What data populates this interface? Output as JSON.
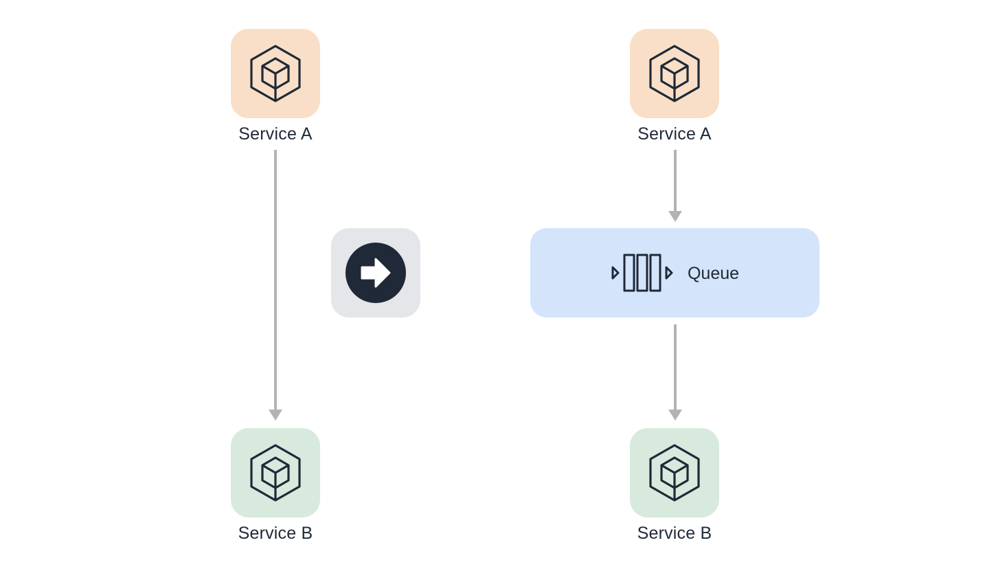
{
  "colors": {
    "source_tile": "#f9dfc7",
    "target_tile": "#d7eadd",
    "queue_box": "#d3e4fb",
    "transition_tile": "#e4e6e9",
    "transition_circle": "#1f2937",
    "connector": "#b3b3b3",
    "icon_stroke": "#1f2937"
  },
  "left_diagram": {
    "service_a": {
      "label": "Service A",
      "icon": "cube-icon"
    },
    "service_b": {
      "label": "Service B",
      "icon": "cube-icon"
    }
  },
  "transition": {
    "icon": "arrow-right-icon"
  },
  "right_diagram": {
    "service_a": {
      "label": "Service A",
      "icon": "cube-icon"
    },
    "queue": {
      "label": "Queue",
      "icon": "queue-icon"
    },
    "service_b": {
      "label": "Service B",
      "icon": "cube-icon"
    }
  }
}
